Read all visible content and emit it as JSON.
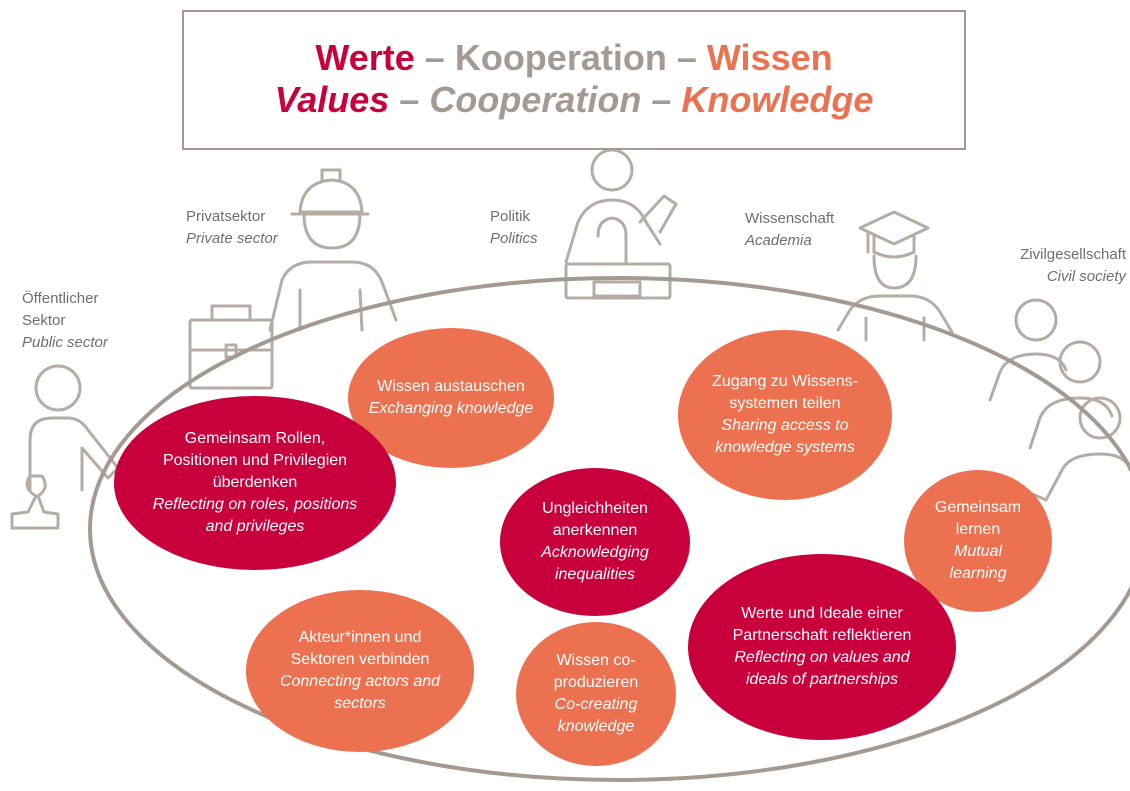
{
  "title": {
    "de": {
      "values": "Werte",
      "cooperation": "Kooperation",
      "knowledge": "Wissen",
      "sep": "–"
    },
    "en": {
      "values": "Values",
      "cooperation": "Cooperation",
      "knowledge": "Knowledge",
      "sep": "–"
    }
  },
  "actors": {
    "public": {
      "de": "Öffentlicher Sektor",
      "en": "Public sector"
    },
    "private": {
      "de": "Privatsektor",
      "en": "Private sector"
    },
    "politics": {
      "de": "Politik",
      "en": "Politics"
    },
    "academia": {
      "de": "Wissenschaft",
      "en": "Academia"
    },
    "civil": {
      "de": "Zivilgesellschaft",
      "en": "Civil society"
    }
  },
  "bubbles": {
    "exchange": {
      "de": "Wissen austauschen",
      "en": "Exchanging knowledge"
    },
    "access": {
      "de": "Zugang zu Wissens-systemen teilen",
      "en": "Sharing access to knowledge systems"
    },
    "roles": {
      "de": "Gemeinsam Rollen, Positionen und Privilegien überdenken",
      "en": "Reflecting on roles, positions and privileges"
    },
    "inequalities": {
      "de": "Ungleichheiten anerkennen",
      "en": "Acknowledging inequalities"
    },
    "mutual": {
      "de": "Gemeinsam lernen",
      "en": "Mutual learning"
    },
    "connect": {
      "de": "Akteur*innen und Sektoren verbinden",
      "en": "Connecting actors and sectors"
    },
    "cocreate": {
      "de": "Wissen co-produzieren",
      "en": "Co-creating knowledge"
    },
    "ideals": {
      "de": "Werte und Ideale einer Partnerschaft reflektieren",
      "en": "Reflecting on values and ideals of partnerships"
    }
  },
  "colors": {
    "red": "#c8003c",
    "orange": "#ec7150",
    "gray": "#a49a91"
  },
  "icons": [
    "stamp-icon",
    "briefcase-icon",
    "hard-hat-icon",
    "podium-icon",
    "graduation-cap-icon",
    "person-icon"
  ]
}
